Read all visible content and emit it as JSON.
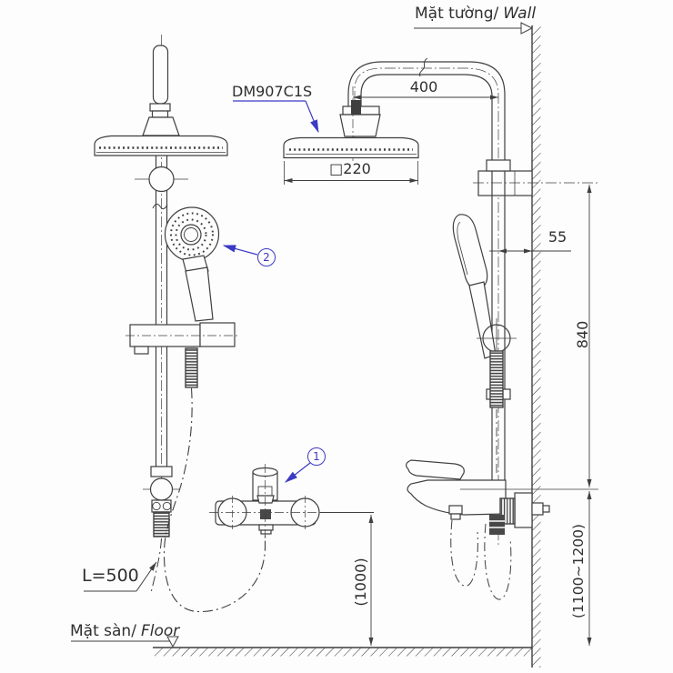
{
  "drawing": {
    "wall_label": {
      "vi": "Mặt tường/",
      "en": "Wall"
    },
    "floor_label": {
      "vi": "Mặt sàn/",
      "en": "Floor"
    },
    "model_label": "DM907C1S",
    "hose_length_label": "L=500",
    "dimensions": {
      "arm_reach": "400",
      "head_width": "□220",
      "pipe_to_wall": "55",
      "bracket_to_mixer": "840",
      "mixer_to_floor_ref": "(1000)",
      "install_height": "(1100~1200)"
    },
    "callouts": {
      "mixer_number": "1",
      "hand_shower_number": "2"
    },
    "colors": {
      "line": "#3f3f3f",
      "accent": "#3b3bc4",
      "background": "#fdfdfd"
    }
  }
}
